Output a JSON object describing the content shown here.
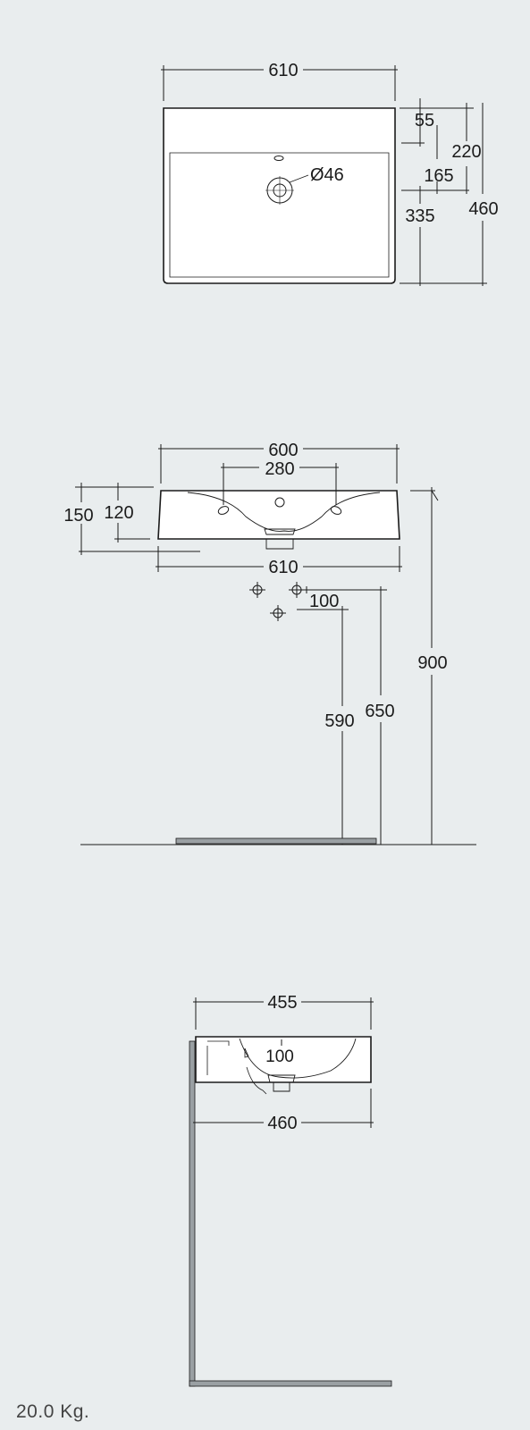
{
  "colors": {
    "background": "#e9edee",
    "ink": "#1b1b1b",
    "basin_fill": "#ffffff",
    "floor": "#9aa0a3"
  },
  "top_view": {
    "width_label": "610",
    "depth_outer": "460",
    "depth_mid": "220",
    "back_offset": "55",
    "tap_hole_offset": "165",
    "front_depth": "335",
    "hole_diameter": "Ø46"
  },
  "front_view": {
    "top_width": "600",
    "tap_spacing": "280",
    "height_total": "150",
    "height_inner": "120",
    "bottom_width": "610",
    "trap_offset": "100",
    "waste_height": "590",
    "supply_height": "650",
    "rim_height": "900"
  },
  "side_view": {
    "top_depth": "455",
    "overflow_depth": "100",
    "bottom_depth": "460"
  },
  "weight": "20.0 Kg."
}
